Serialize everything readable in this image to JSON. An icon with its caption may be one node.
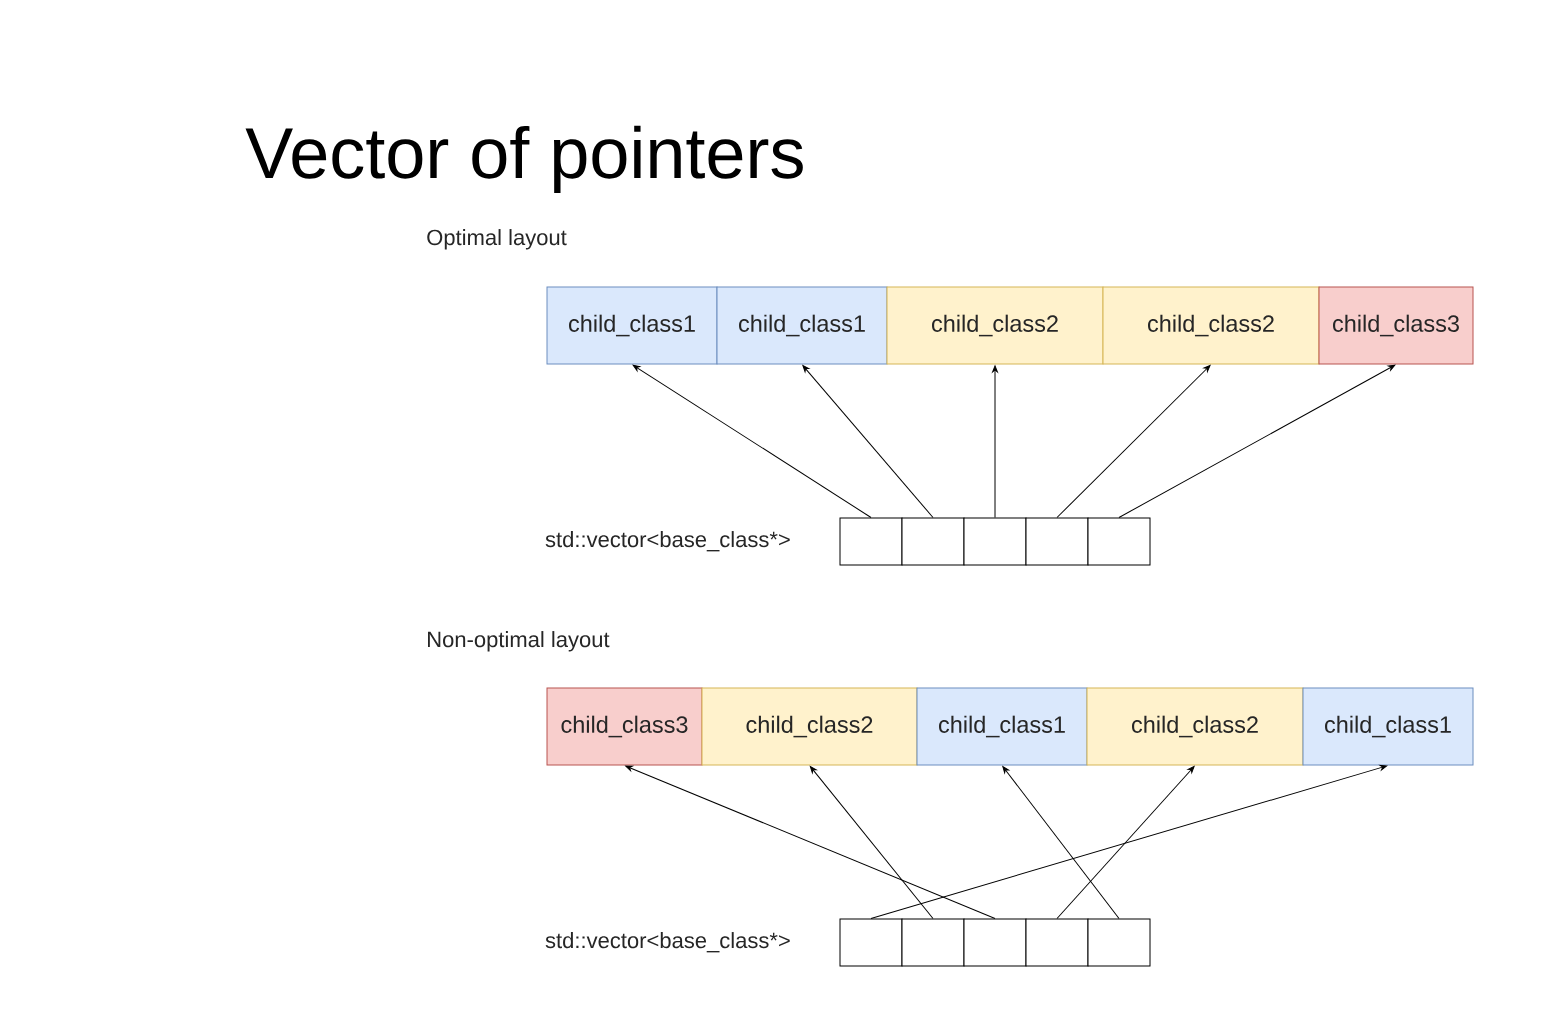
{
  "diagram": {
    "title": "Vector of pointers",
    "nodes": [
      {
        "text": [
          "child_class1"
        ]
      },
      {
        "text": [
          "child_class1"
        ]
      },
      {
        "text": [
          "child_class2"
        ]
      },
      {
        "text": [
          "child_class2"
        ]
      },
      {
        "text": [
          "child_class3"
        ]
      },
      {
        "text": [],
        "shape": "box"
      },
      {
        "text": [],
        "shape": "box"
      },
      {
        "text": [],
        "shape": "box"
      },
      {
        "text": [],
        "shape": "box"
      },
      {
        "text": [],
        "shape": "box"
      },
      {
        "text": [
          "child_class3"
        ]
      },
      {
        "text": [
          "child_class2"
        ]
      },
      {
        "text": [
          "child_class1"
        ]
      },
      {
        "text": [
          "child_class2"
        ]
      },
      {
        "text": [
          "child_class1"
        ]
      },
      {
        "text": [],
        "shape": "box"
      },
      {
        "text": [],
        "shape": "box"
      },
      {
        "text": [],
        "shape": "box"
      },
      {
        "text": [],
        "shape": "box"
      },
      {
        "text": [],
        "shape": "box"
      }
    ],
    "edges": [
      {
        "from": 5,
        "to": 0,
        "arrow": "to"
      },
      {
        "from": 6,
        "to": 1,
        "arrow": "to"
      },
      {
        "from": 7,
        "to": 2,
        "arrow": "to"
      },
      {
        "from": 8,
        "to": 3,
        "arrow": "to"
      },
      {
        "from": 9,
        "to": 4,
        "arrow": "to"
      },
      {
        "from": 15,
        "to": 14,
        "arrow": "to"
      },
      {
        "from": 16,
        "to": 11,
        "arrow": "to"
      },
      {
        "from": 17,
        "to": 10,
        "arrow": "to"
      },
      {
        "from": 18,
        "to": 13,
        "arrow": "to"
      },
      {
        "from": 19,
        "to": 12,
        "arrow": "to"
      }
    ],
    "labels": [
      "Optimal layout",
      "std::vector<base_class*>",
      "Non-optimal layout",
      "std::vector<base_class*>"
    ]
  }
}
